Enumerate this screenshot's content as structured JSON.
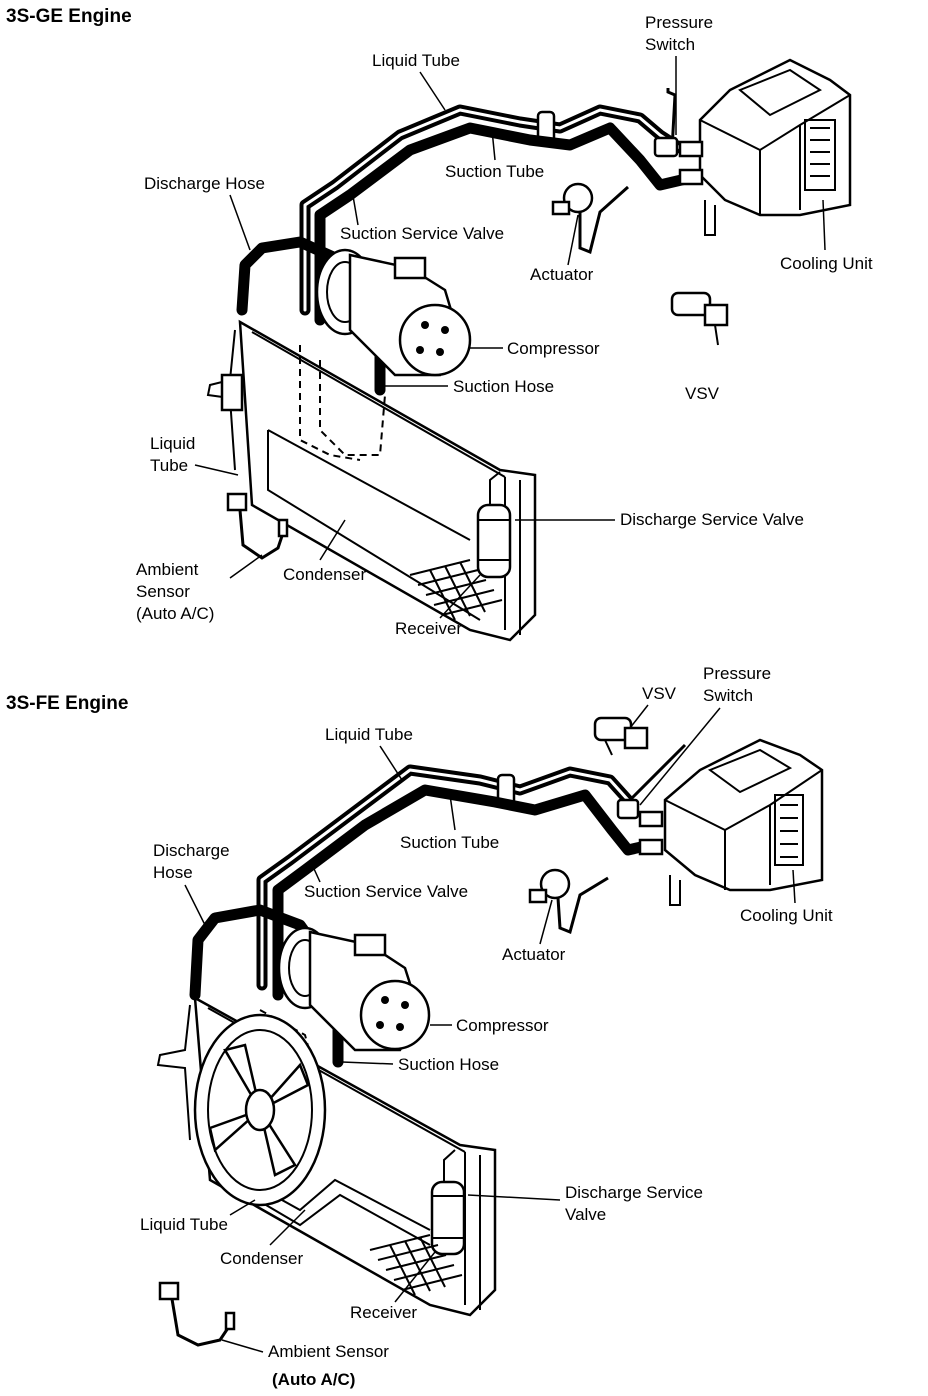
{
  "top": {
    "title": "3S-GE Engine",
    "labels": {
      "pressure_switch_1": "Pressure",
      "pressure_switch_2": "Switch",
      "liquid_tube_top": "Liquid Tube",
      "suction_tube": "Suction Tube",
      "discharge_hose": "Discharge Hose",
      "suction_service_valve": "Suction Service Valve",
      "actuator": "Actuator",
      "cooling_unit": "Cooling Unit",
      "compressor": "Compressor",
      "suction_hose": "Suction Hose",
      "vsv": "VSV",
      "liquid_tube_side_1": "Liquid",
      "liquid_tube_side_2": "Tube",
      "discharge_service_valve": "Discharge Service Valve",
      "ambient_sensor_1": "Ambient",
      "ambient_sensor_2": "Sensor",
      "ambient_sensor_3": "(Auto A/C)",
      "condenser": "Condenser",
      "receiver": "Receiver"
    }
  },
  "bottom": {
    "title": "3S-FE Engine",
    "labels": {
      "vsv": "VSV",
      "pressure_switch_1": "Pressure",
      "pressure_switch_2": "Switch",
      "liquid_tube_top": "Liquid Tube",
      "suction_tube": "Suction Tube",
      "discharge_hose_1": "Discharge",
      "discharge_hose_2": "Hose",
      "suction_service_valve": "Suction Service Valve",
      "actuator": "Actuator",
      "cooling_unit": "Cooling Unit",
      "compressor": "Compressor",
      "suction_hose": "Suction Hose",
      "discharge_service_valve_1": "Discharge Service",
      "discharge_service_valve_2": "Valve",
      "liquid_tube_bottom": "Liquid Tube",
      "condenser": "Condenser",
      "receiver": "Receiver",
      "ambient_sensor_1": "Ambient Sensor",
      "ambient_sensor_2": "(Auto A/C)"
    }
  }
}
